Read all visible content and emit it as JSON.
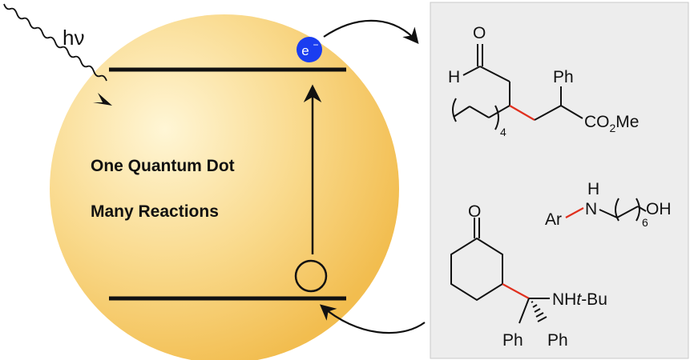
{
  "photon_label": "hν",
  "electron_label": "e",
  "electron_charge": "−",
  "title_line1": "One Quantum Dot",
  "title_line2": "Many Reactions",
  "colors": {
    "dot_light": "#fff6d6",
    "dot_dark": "#f2bd4f",
    "electron": "#1a3df0",
    "panel": "#ededed",
    "new_bond": "#e0301e"
  },
  "products": {
    "p1": {
      "h": "H",
      "o": "O",
      "ph": "Ph",
      "subscript": "4",
      "ester_co": "CO",
      "ester_sub": "2",
      "ester_me": "Me"
    },
    "p2": {
      "nh": "H",
      "n": "N",
      "ar": "Ar",
      "subscript": "6",
      "oh": "OH"
    },
    "p3": {
      "o": "O",
      "amine_nh": "NH",
      "amine_t": "t",
      "amine_bu": "-Bu",
      "ph_left": "Ph",
      "ph_right": "Ph"
    }
  }
}
